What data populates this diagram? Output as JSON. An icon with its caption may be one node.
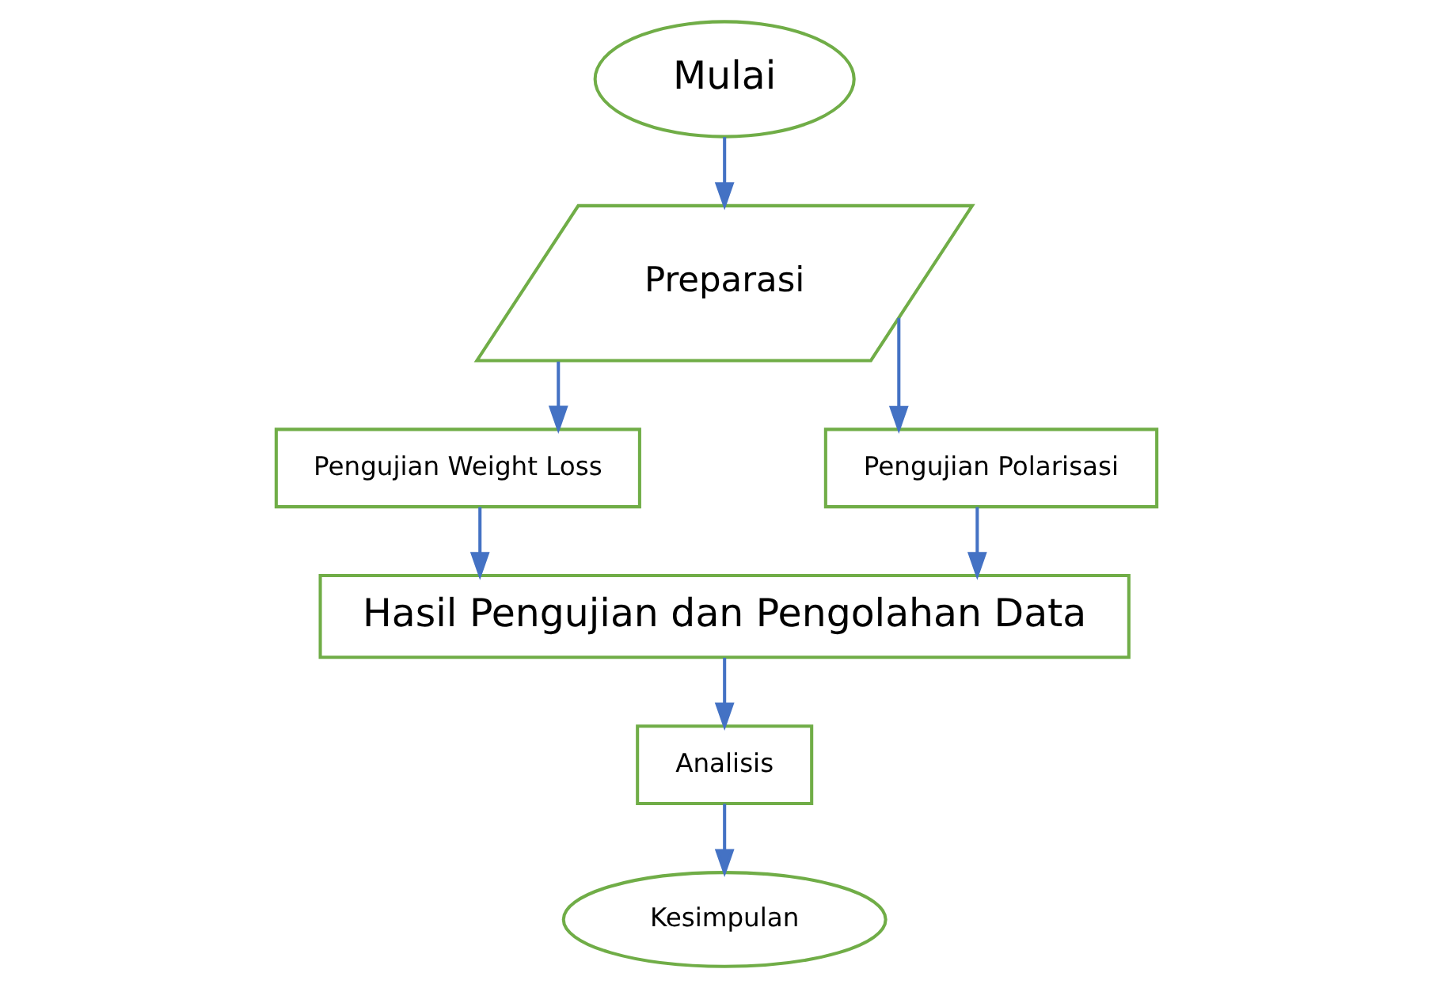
{
  "diagram": {
    "nodes": [
      {
        "text": [
          "Mulai"
        ]
      },
      {
        "text": [
          "Preparasi"
        ]
      },
      {
        "text": [
          "Pengujian Weight Loss"
        ]
      },
      {
        "text": [
          "Pengujian Polarisasi"
        ]
      },
      {
        "text": [
          "Hasil Pengujian dan Pengolahan Data"
        ]
      },
      {
        "text": [
          "Analisis"
        ]
      },
      {
        "text": [
          "Kesimpulan"
        ]
      }
    ],
    "edges": [
      {
        "from": 0,
        "to": 1,
        "arrow": "to"
      },
      {
        "from": 1,
        "to": 2,
        "arrow": "to"
      },
      {
        "from": 1,
        "to": 3,
        "arrow": "to"
      },
      {
        "from": 2,
        "to": 4,
        "arrow": "to"
      },
      {
        "from": 3,
        "to": 4,
        "arrow": "to"
      },
      {
        "from": 4,
        "to": 5,
        "arrow": "to"
      },
      {
        "from": 5,
        "to": 6,
        "arrow": "to"
      }
    ]
  }
}
